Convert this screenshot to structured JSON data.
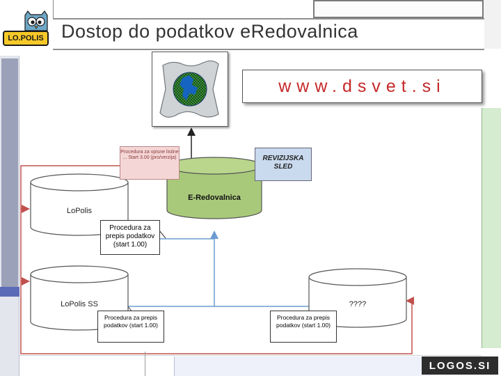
{
  "slide": {
    "title": "Dostop do podatkov eRedovalnica",
    "logo_text": "LO.POLIS",
    "footer_logo": "LOGOS.SI"
  },
  "diagram": {
    "url": "www.dsvet.si",
    "pink_note": "Procedura za vpisne listine ... Start 3.00 (pro/verzija)",
    "audit_box": "REVIZIJSKA SLED",
    "eredovalnica": "E-Redovalnica",
    "lopolis": "LoPolis",
    "lopolis_ss": "LoPolis SS",
    "unknown_db": "????",
    "procedure_top": "Procedura za prepis podatkov (start 1.00)",
    "procedure_bottom_left": "Procedura za prepis podatkov (start 1.00)",
    "procedure_bottom_right": "Procedura za prepis podatkov (start 1.00)"
  },
  "colors": {
    "url": "#c62828",
    "red_lines": "#c0504d",
    "blue_lines": "#6b9bd1",
    "eredovalnica_fill": "#a8c97a",
    "audit_fill": "#c9d9ee"
  }
}
